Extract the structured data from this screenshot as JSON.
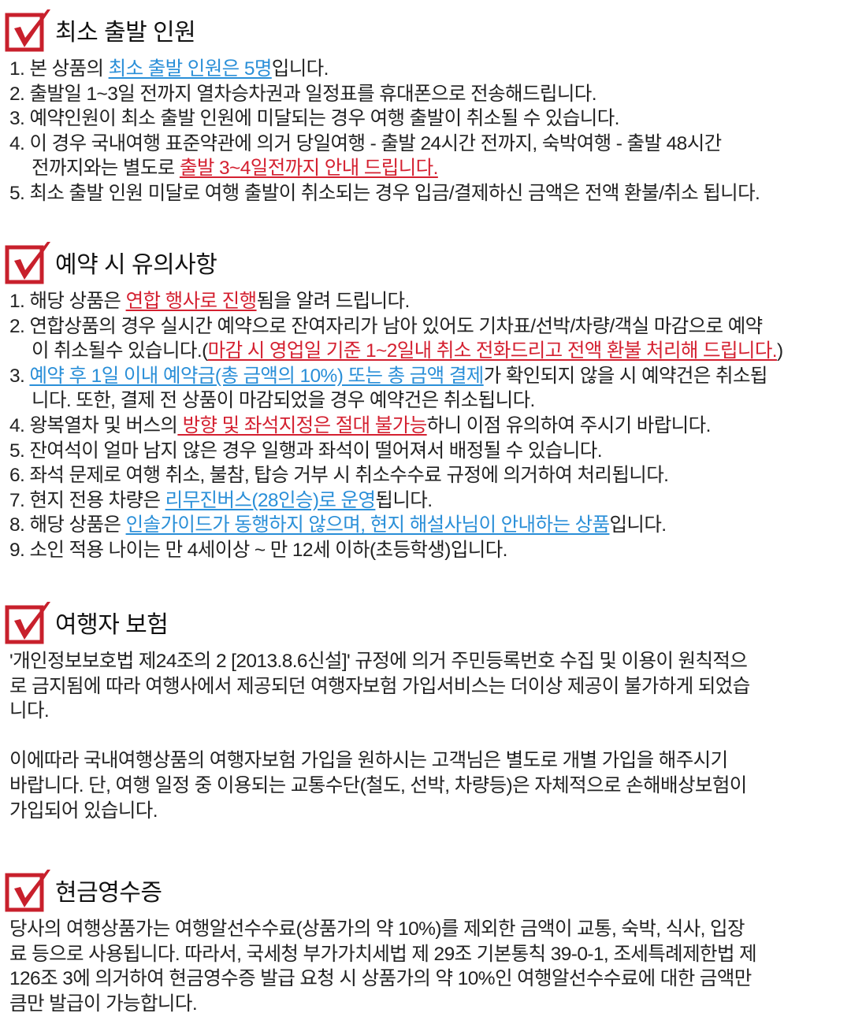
{
  "colors": {
    "accent_red": "#d42030",
    "accent_blue": "#2a8fd8",
    "check_red": "#c8202c"
  },
  "sections": [
    {
      "title": "최소 출발 인원",
      "lines": [
        {
          "segs": [
            {
              "t": "1. 본 상품의 ",
              "s": ""
            },
            {
              "t": "최소 출발 인원은 5명",
              "s": "blue"
            },
            {
              "t": "입니다.",
              "s": ""
            }
          ]
        },
        {
          "segs": [
            {
              "t": "2. 출발일 1~3일 전까지 열차승차권과 일정표를 휴대폰으로 전송해드립니다.",
              "s": ""
            }
          ]
        },
        {
          "segs": [
            {
              "t": "3. 예약인원이 최소 출발 인원에 미달되는 경우 여행 출발이 취소될 수 있습니다.",
              "s": ""
            }
          ]
        },
        {
          "segs": [
            {
              "t": "4. 이 경우 국내여행 표준약관에 의거 당일여행 - 출발 24시간 전까지, 숙박여행 - 출발 48시간",
              "s": ""
            }
          ]
        },
        {
          "indent": true,
          "segs": [
            {
              "t": "전까지와는 별도로 ",
              "s": ""
            },
            {
              "t": "출발 3~4일전까지 안내 드립니다.",
              "s": "red"
            }
          ]
        },
        {
          "segs": [
            {
              "t": "5. 최소 출발 인원 미달로 여행 출발이 취소되는 경우 입금/결제하신 금액은 전액 환불/취소 됩니다.",
              "s": ""
            }
          ]
        }
      ]
    },
    {
      "title": "예약 시 유의사항",
      "lines": [
        {
          "segs": [
            {
              "t": "1. 해당 상품은 ",
              "s": ""
            },
            {
              "t": "연합 행사로 진행",
              "s": "red"
            },
            {
              "t": "됨을 알려 드립니다.",
              "s": ""
            }
          ]
        },
        {
          "segs": [
            {
              "t": "2. 연합상품의 경우 실시간 예약으로 잔여자리가 남아 있어도 기차표/선박/차량/객실 마감으로 예약",
              "s": ""
            }
          ]
        },
        {
          "indent": true,
          "segs": [
            {
              "t": "이 취소될수 있습니다.(",
              "s": ""
            },
            {
              "t": "마감 시 영업일 기준 1~2일내 취소 전화드리고 전액 환불 처리해 드립니다.",
              "s": "red"
            },
            {
              "t": ")",
              "s": ""
            }
          ]
        },
        {
          "segs": [
            {
              "t": "3. ",
              "s": ""
            },
            {
              "t": "예약 후 1일 이내 예약금(총 금액의 10%) 또는 총 금액 결제",
              "s": "blue"
            },
            {
              "t": "가 확인되지 않을 시 예약건은 취소됩",
              "s": ""
            }
          ]
        },
        {
          "indent": true,
          "segs": [
            {
              "t": "니다. 또한, 결제 전 상품이 마감되었을 경우 예약건은 취소됩니다.",
              "s": ""
            }
          ]
        },
        {
          "segs": [
            {
              "t": "4. 왕복열차 및 버스의",
              "s": ""
            },
            {
              "t": " 방향 및 좌석지정은 절대 불가능",
              "s": "red"
            },
            {
              "t": "하니 이점 유의하여 주시기 바랍니다.",
              "s": ""
            }
          ]
        },
        {
          "segs": [
            {
              "t": "5. 잔여석이 얼마 남지 않은 경우 일행과 좌석이 떨어져서 배정될 수 있습니다.",
              "s": ""
            }
          ]
        },
        {
          "segs": [
            {
              "t": "6. 좌석 문제로 여행 취소, 불참, 탑승 거부 시 취소수수료 규정에 의거하여 처리됩니다.",
              "s": ""
            }
          ]
        },
        {
          "segs": [
            {
              "t": "7. 현지 전용 차량은 ",
              "s": ""
            },
            {
              "t": "리무진버스(28인승)로 운영",
              "s": "blue"
            },
            {
              "t": "됩니다.",
              "s": ""
            }
          ]
        },
        {
          "segs": [
            {
              "t": "8. 해당 상품은 ",
              "s": ""
            },
            {
              "t": "인솔가이드가 동행하지 않으며, 현지 해설사님이 안내하는 상품",
              "s": "blue"
            },
            {
              "t": "입니다.",
              "s": ""
            }
          ]
        },
        {
          "segs": [
            {
              "t": "9. 소인 적용 나이는 만 4세이상 ~ 만 12세 이하(초등학생)입니다.",
              "s": ""
            }
          ]
        }
      ]
    },
    {
      "title": "여행자 보험",
      "lines": [
        {
          "segs": [
            {
              "t": "'개인정보보호법 제24조의 2 [2013.8.6신설]' 규정에 의거 주민등록번호 수집 및 이용이 원칙적으",
              "s": ""
            }
          ]
        },
        {
          "segs": [
            {
              "t": "로 금지됨에 따라 여행사에서 제공되던 여행자보험 가입서비스는 더이상 제공이 불가하게 되었습",
              "s": ""
            }
          ]
        },
        {
          "segs": [
            {
              "t": "니다.",
              "s": ""
            }
          ]
        },
        {
          "blank": true,
          "segs": []
        },
        {
          "segs": [
            {
              "t": "이에따라 국내여행상품의 여행자보험 가입을 원하시는 고객님은 별도로 개별 가입을 해주시기",
              "s": ""
            }
          ]
        },
        {
          "segs": [
            {
              "t": "바랍니다. 단, 여행 일정 중 이용되는 교통수단(철도, 선박, 차량등)은 자체적으로 손해배상보험이",
              "s": ""
            }
          ]
        },
        {
          "segs": [
            {
              "t": "가입되어 있습니다.",
              "s": ""
            }
          ]
        }
      ]
    },
    {
      "title": "현금영수증",
      "lines": [
        {
          "segs": [
            {
              "t": "당사의 여행상품가는 여행알선수수료(상품가의 약 10%)를 제외한 금액이 교통, 숙박, 식사, 입장",
              "s": ""
            }
          ]
        },
        {
          "segs": [
            {
              "t": "료 등으로 사용됩니다. 따라서, 국세청 부가가치세법 제 29조 기본통칙 39-0-1, 조세특례제한법 제",
              "s": ""
            }
          ]
        },
        {
          "segs": [
            {
              "t": "126조 3에 의거하여 현금영수증 발급 요청 시 상품가의 약 10%인 여행알선수수료에 대한 금액만",
              "s": ""
            }
          ]
        },
        {
          "segs": [
            {
              "t": "큼만 발급이 가능합니다.",
              "s": ""
            }
          ]
        }
      ]
    }
  ]
}
